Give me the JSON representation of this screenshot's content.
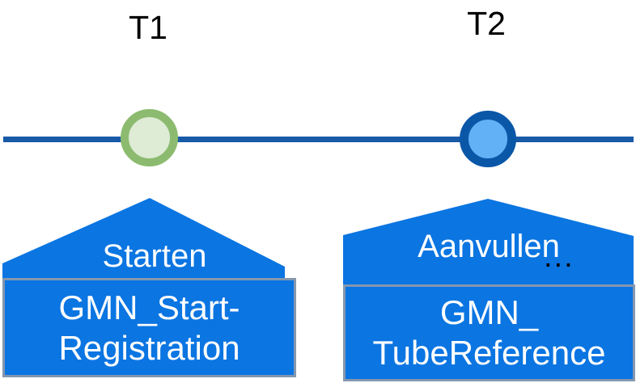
{
  "colors": {
    "background": "#FFFFFF",
    "timeline": "#1859A8",
    "shape_fill": "#0B75E2",
    "box_border": "#8497AE",
    "marker_t1_ring": "#8CBB6F",
    "marker_t1_fill": "#DEEBD5",
    "marker_t2_ring": "#0A57A8",
    "marker_t2_fill": "#62B1F6",
    "event_text": "#FFFFFF",
    "point_label_text": "#000000"
  },
  "points": [
    {
      "label": "T1",
      "event": "Starten",
      "artifact_lines": [
        "GMN_Start-",
        "Registration"
      ]
    },
    {
      "label": "T2",
      "event": "Aanvullen",
      "artifact_lines": [
        "GMN_",
        "TubeReference"
      ],
      "ellipsis": "..."
    }
  ]
}
